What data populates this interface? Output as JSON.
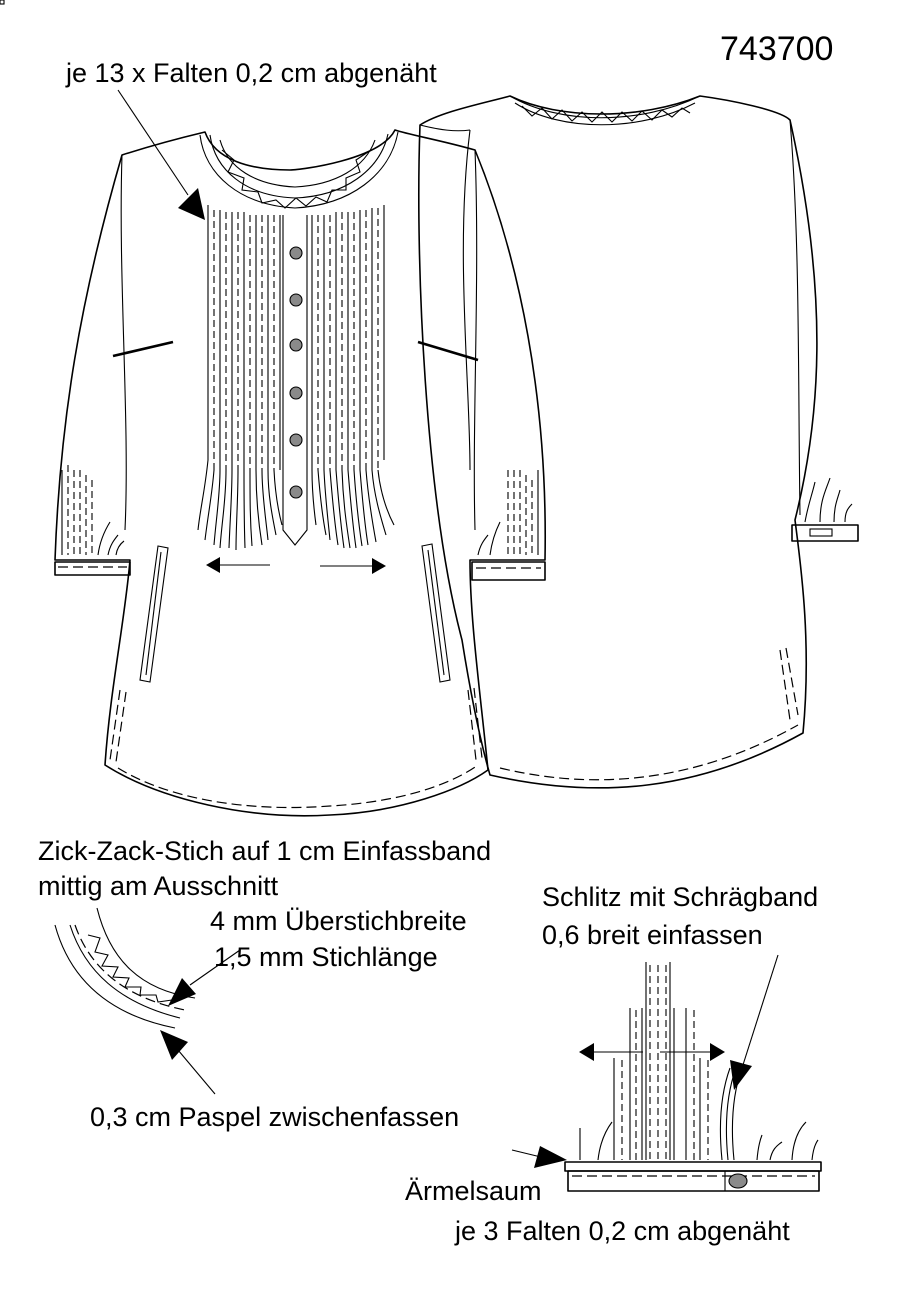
{
  "pattern_number": "743700",
  "annotations": {
    "pleats_front": "je 13 x Falten 0,2 cm abgenäht",
    "zigzag_line1": "Zick-Zack-Stich auf 1 cm Einfassband",
    "zigzag_line2": "mittig am Ausschnitt",
    "stitch_width": "4 mm Überstichbreite",
    "stitch_length": "1,5 mm Stichlänge",
    "piping": "0,3 cm Paspel zwischenfassen",
    "slit_line1": "Schlitz mit Schrägband",
    "slit_line2": "0,6 breit einfassen",
    "sleeve_hem": "Ärmelsaum",
    "pleats_sleeve": "je 3 Falten 0,2 cm abgenäht"
  }
}
